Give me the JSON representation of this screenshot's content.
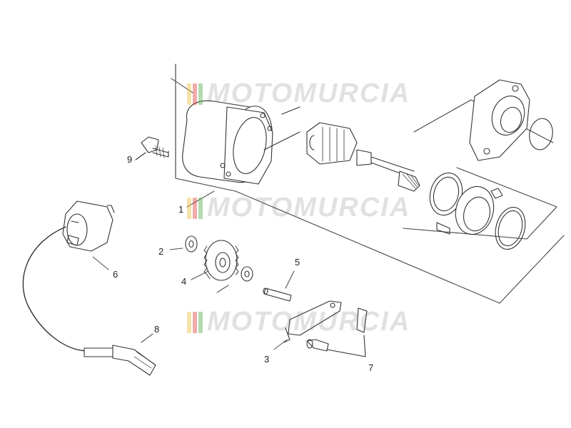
{
  "callouts": [
    {
      "id": "1",
      "text": "1"
    },
    {
      "id": "2",
      "text": "2"
    },
    {
      "id": "3",
      "text": "3"
    },
    {
      "id": "4",
      "text": "4"
    },
    {
      "id": "5",
      "text": "5"
    },
    {
      "id": "6",
      "text": "6"
    },
    {
      "id": "7",
      "text": "7"
    },
    {
      "id": "8",
      "text": "8"
    },
    {
      "id": "9",
      "text": "9"
    }
  ],
  "watermark": {
    "text": "MOTOMURCIA",
    "colors": [
      "#e6be3c",
      "#dc463c",
      "#5aaa50"
    ]
  }
}
